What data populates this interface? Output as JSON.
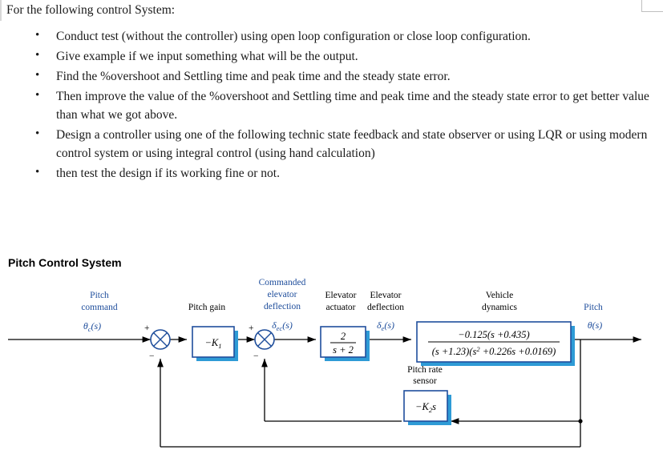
{
  "document": {
    "intro": "For the following control System:",
    "bullets": [
      "Conduct test (without the controller) using open loop configuration or close loop configuration.",
      "Give example if we input something what will be the output.",
      "Find the %overshoot and Settling time and peak time and the steady state error.",
      "Then improve the value of the %overshoot and Settling time and peak time and the steady state error to get better value than what we got above.",
      "Design a controller using one of the following technic state feedback and state observer or using LQR or using modern control system or using integral control  (using hand calculation)",
      "then test the design if its working fine or not."
    ],
    "figure_title": "Pitch Control System"
  },
  "diagram": {
    "labels": {
      "pitch_command_line1": "Pitch",
      "pitch_command_line2": "command",
      "pitch_gain": "Pitch gain",
      "commanded_line1": "Commanded",
      "commanded_line2": "elevator",
      "commanded_line3": "deflection",
      "elevator_actuator_line1": "Elevator",
      "elevator_actuator_line2": "actuator",
      "elevator_deflection_line1": "Elevator",
      "elevator_deflection_line2": "deflection",
      "vehicle_dynamics_line1": "Vehicle",
      "vehicle_dynamics_line2": "dynamics",
      "pitch_output": "Pitch",
      "pitch_rate_sensor_line1": "Pitch rate",
      "pitch_rate_sensor_line2": "sensor",
      "input_signal": "θc(s)",
      "commanded_signal": "δec(s)",
      "deflection_signal": "δe(s)",
      "output_signal": "θ(s)",
      "gain_block": "−K1",
      "actuator_num": "2",
      "actuator_den": "s + 2",
      "plant_num": "−0.125(s +0.435)",
      "plant_den": "(s +1.23)(s² +0.226s +0.0169)",
      "rate_gain_block": "−K2s",
      "sum1_plus": "+",
      "sum1_minus": "−",
      "sum2_plus": "+",
      "sum2_minus": "−"
    },
    "colors": {
      "block_border": "#1f4e9c",
      "block_shadow": "#2e9bd6",
      "label_blue": "#1f4e9c",
      "line": "#000000"
    }
  }
}
